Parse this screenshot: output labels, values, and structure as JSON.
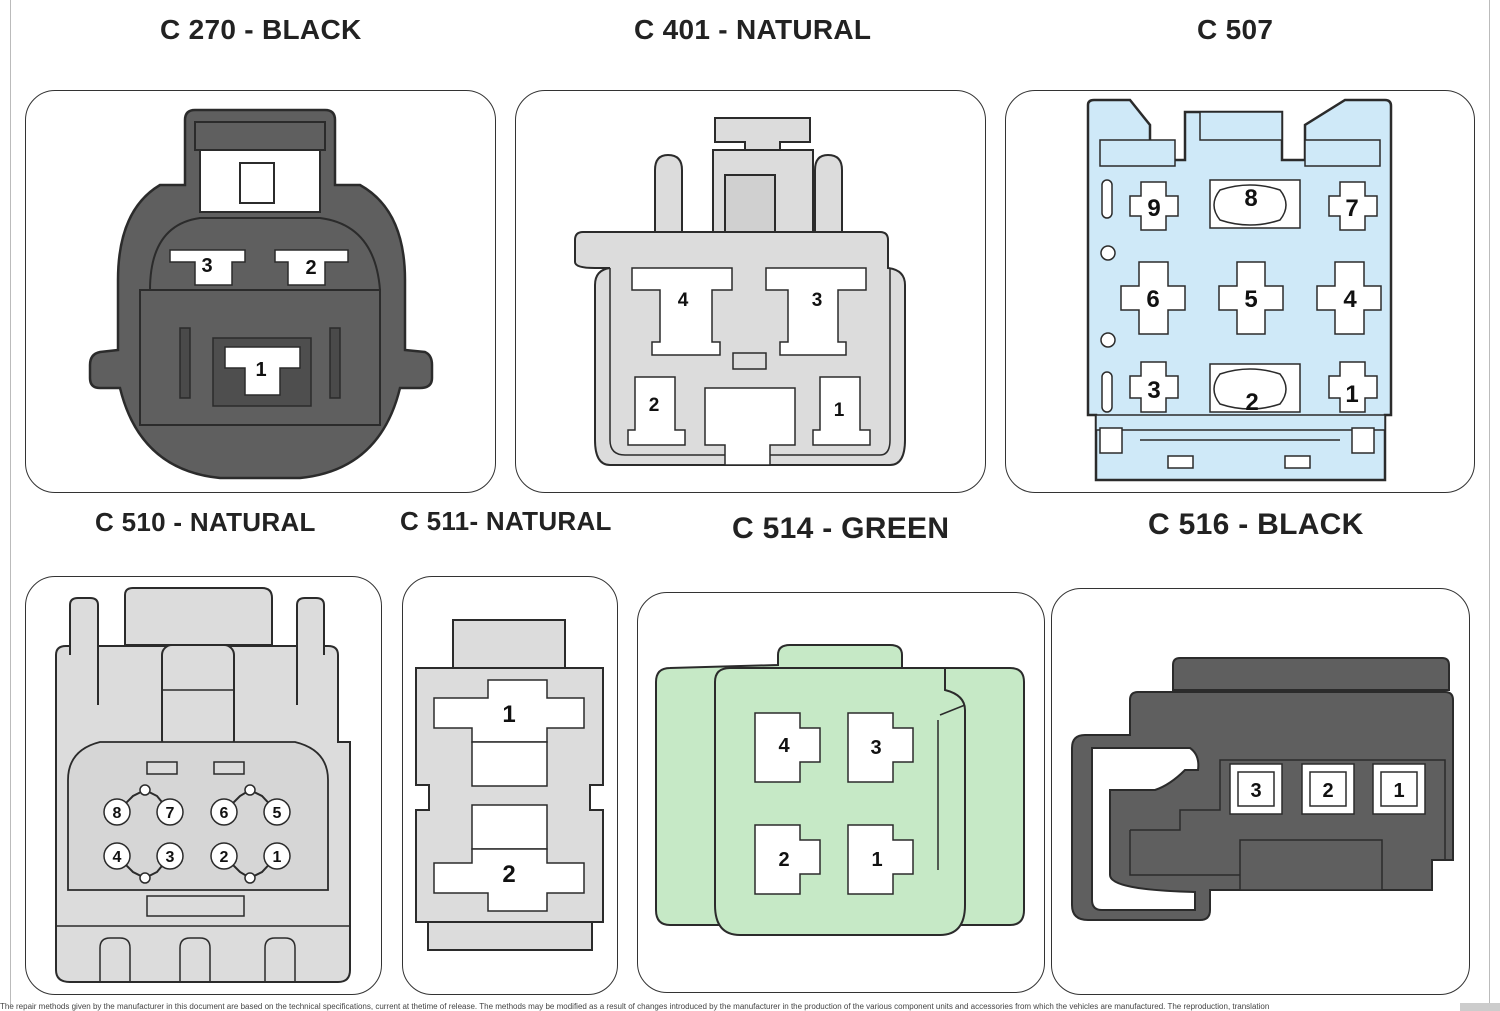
{
  "titles": {
    "c270": "C 270 - BLACK",
    "c401": "C 401 - NATURAL",
    "c507": "C 507",
    "c510": "C 510 - NATURAL",
    "c511": "C 511- NATURAL",
    "c514": "C 514 - GREEN",
    "c516": "C 516 - BLACK"
  },
  "pins": {
    "c270": [
      "3",
      "2",
      "1"
    ],
    "c401": [
      "4",
      "3",
      "2",
      "1"
    ],
    "c507": [
      "9",
      "8",
      "7",
      "6",
      "5",
      "4",
      "3",
      "2",
      "1"
    ],
    "c510": [
      "8",
      "7",
      "6",
      "5",
      "4",
      "3",
      "2",
      "1"
    ],
    "c511": [
      "1",
      "2"
    ],
    "c514": [
      "4",
      "3",
      "2",
      "1"
    ],
    "c516": [
      "3",
      "2",
      "1"
    ]
  },
  "footer": {
    "text": "The repair methods given by the manufacturer in this document are based on the technical specifications, current at thetime of release. The methods may be modified as a result of changes introduced by the manufacturer in the production of the various component units and accessories from which the vehicles are manufactured. The reproduction, translation"
  },
  "colors": {
    "black_housing": "#5f5f5f",
    "natural_housing": "#dcdcdc",
    "c507_housing": "#cfe9f8",
    "green_housing": "#c6e9c6",
    "outline": "#2b2b2b"
  }
}
